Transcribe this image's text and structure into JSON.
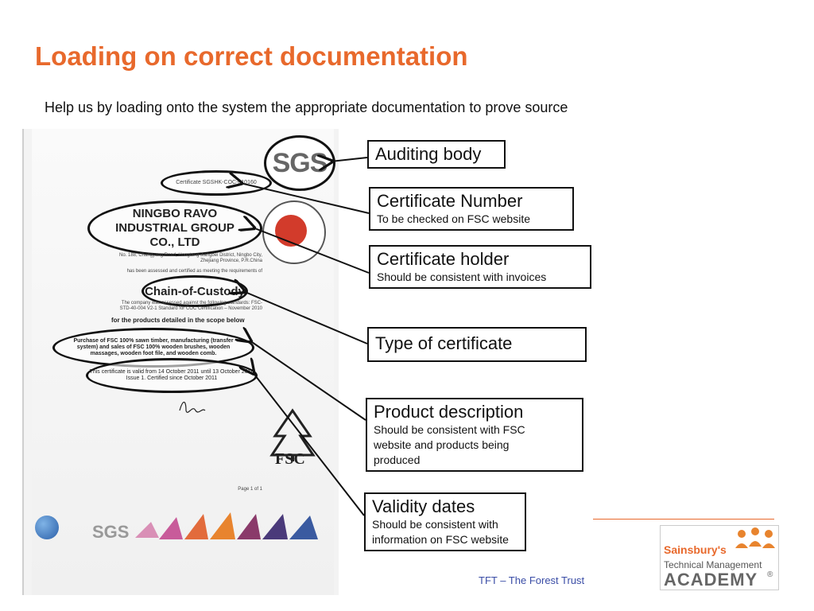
{
  "slide": {
    "title": "Loading on correct documentation",
    "subtitle": "Help us by loading onto the system the appropriate documentation to prove source"
  },
  "certificate": {
    "sgs_logo": "SGS",
    "cert_number": "Certificate SGSHK-COC-010160",
    "holder_name": "NINGBO RAVO INDUSTRIAL GROUP CO., LTD",
    "holder_address": "No. 188, Changyang Road, Hongtang Jiangbei District, Ningbo City, Zhejiang Province, P.R.China",
    "assessed_text": "has been assessed and certified as meeting the requirements of",
    "cert_type": "Chain-of-Custody",
    "standards_text": "The company was assessed against the following standards: FSC-STD-40-004 V2-1 Standard for COC Certification – November 2010",
    "scope_intro": "for the products detailed in the scope below",
    "scope_text": "Purchase of FSC 100% sawn timber, manufacturing (transfer system) and sales of FSC 100% wooden brushes, wooden massages, wooden foot file, and wooden comb.",
    "validity_text": "This certificate is valid from 14 October 2011 until 13 October 2016",
    "issue_text": "Issue 1. Certified since October 2011",
    "fsc_label": "FSC",
    "footer_page": "Page 1 of 1",
    "sgs_footer": "SGS"
  },
  "callouts": {
    "auditing_body": {
      "heading": "Auditing body"
    },
    "certificate_number": {
      "heading": "Certificate Number",
      "detail": "To be checked on FSC website"
    },
    "certificate_holder": {
      "heading": "Certificate holder",
      "detail": "Should be consistent with invoices"
    },
    "type_of_certificate": {
      "heading": "Type of certificate"
    },
    "product_description": {
      "heading": "Product description",
      "detail": "Should be consistent with FSC website and products being produced"
    },
    "validity_dates": {
      "heading": "Validity dates",
      "detail": "Should be consistent with information on FSC website"
    }
  },
  "footer": {
    "tft": "TFT – The Forest Trust",
    "academy_line1": "Sainsbury's",
    "academy_line2": "Technical Management",
    "academy_line3": "ACADEMY",
    "registered": "®"
  },
  "colors": {
    "title": "#e8692c",
    "tft": "#3a4da6",
    "accent": "#e8692c"
  }
}
